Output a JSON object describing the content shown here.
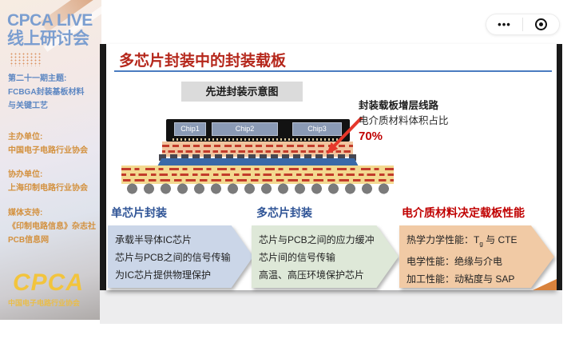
{
  "poster": {
    "brand_line1": "CPCA LIVE",
    "brand_line2": "线上研讨会",
    "topic_label": "第二十一期主题:",
    "topic_line1": "FCBGA封装基板材料",
    "topic_line2": "与关键工艺",
    "host_label": "主办单位:",
    "host_name": "中国电子电路行业协会",
    "cohost_label": "协办单位:",
    "cohost_name": "上海印制电路行业协会",
    "media_label": "媒体支持:",
    "media_line1": "《印制电路信息》杂志社",
    "media_line2": "PCB信息网",
    "logo_text": "CPCA",
    "logo_subtext": "中国电子电路行业协会"
  },
  "capsule": {
    "more_label": "•••"
  },
  "slide": {
    "title": "多芯片封装中的封装载板",
    "diagram_label": "先进封装示意图",
    "chips": [
      "Chip1",
      "Chip2",
      "Chip3"
    ],
    "annotation": {
      "line1": "封装载板增层线路",
      "line2": "电介质材料体积占比",
      "value": "70%"
    },
    "sections": [
      {
        "heading": "单芯片封装",
        "line1": "承载半导体IC芯片",
        "line2": "芯片与PCB之间的信号传输",
        "line3": "为IC芯片提供物理保护"
      },
      {
        "heading": "多芯片封装",
        "line1": "芯片与PCB之间的应力缓冲",
        "line2": "芯片间的信号传输",
        "line3": "高温、高压环境保护芯片"
      },
      {
        "heading": "电介质材料决定载板性能",
        "line1_pre": "热学力学性能：T",
        "line1_sub": "g",
        "line1_post": " 与 CTE",
        "line2": "电学性能：绝缘与介电",
        "line3": "加工性能：动粘度与 SAP"
      }
    ]
  },
  "colors": {
    "title_red": "#b5271b",
    "rule_blue": "#4a7cc0",
    "heading_blue": "#2f5496",
    "heading_red": "#c00000",
    "value_red": "#c00000",
    "arrow_red": "#e5372b",
    "box_blue": "#cbd6e8",
    "box_green": "#dee8d8",
    "box_peach": "#f1caa5",
    "buildup_salmon": "#f0c49e",
    "layer_blue": "#3a69a8",
    "substrate_yellow": "#f3d990",
    "trace_red": "#c23b2a",
    "poster_brand_blue": "#7b9ed0",
    "poster_orange": "#d3913f",
    "poster_logo_yellow": "#f2c43d",
    "corner_orange": "#d9823c"
  }
}
